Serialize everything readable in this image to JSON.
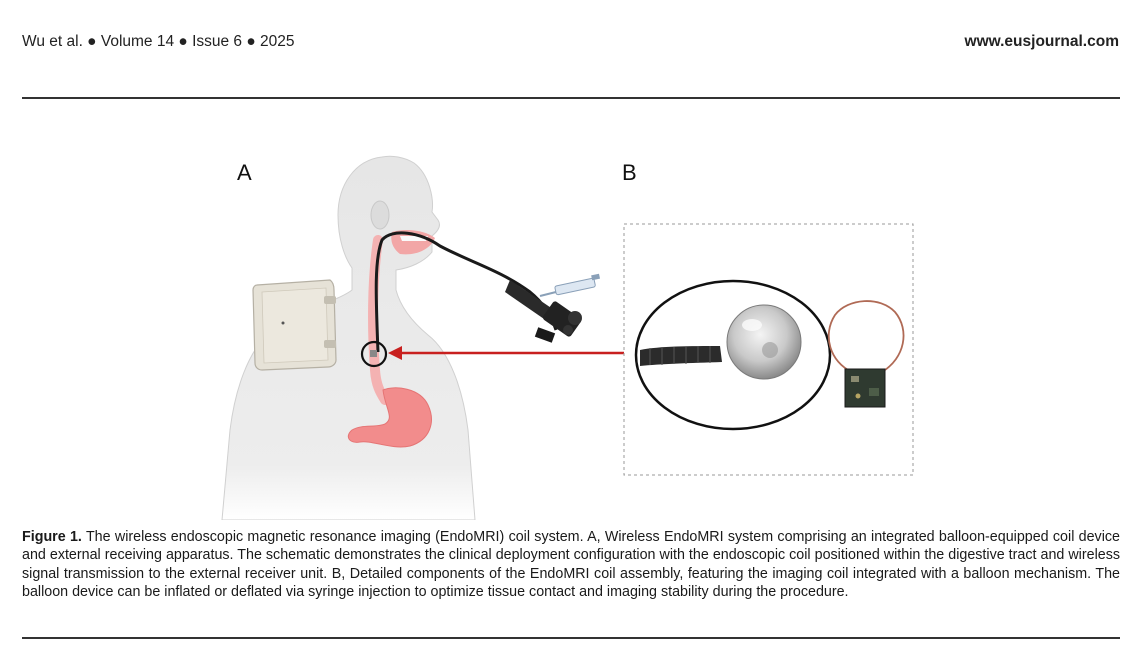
{
  "header": {
    "citation": "Wu et al. ● Volume 14 ● Issue 6 ● 2025",
    "website": "www.eusjournal.com"
  },
  "figure": {
    "panel_a_label": "A",
    "panel_b_label": "B"
  },
  "caption": {
    "label": "Figure 1.",
    "text": "The wireless endoscopic magnetic resonance imaging (EndoMRI) coil system. A, Wireless EndoMRI system comprising an integrated balloon-equipped coil device and external receiving apparatus. The schematic demonstrates the clinical deployment configuration with the endoscopic coil positioned within the digestive tract and wireless signal transmission to the external receiver unit. B, Detailed components of the EndoMRI coil assembly, featuring the imaging coil integrated with a balloon mechanism. The balloon device can be inflated or deflated via syringe injection to optimize tissue contact and imaging stability during the procedure."
  },
  "colors": {
    "arrow": "#c8201f",
    "stomach": "#f08a8a",
    "body": "#e9e9e9"
  }
}
